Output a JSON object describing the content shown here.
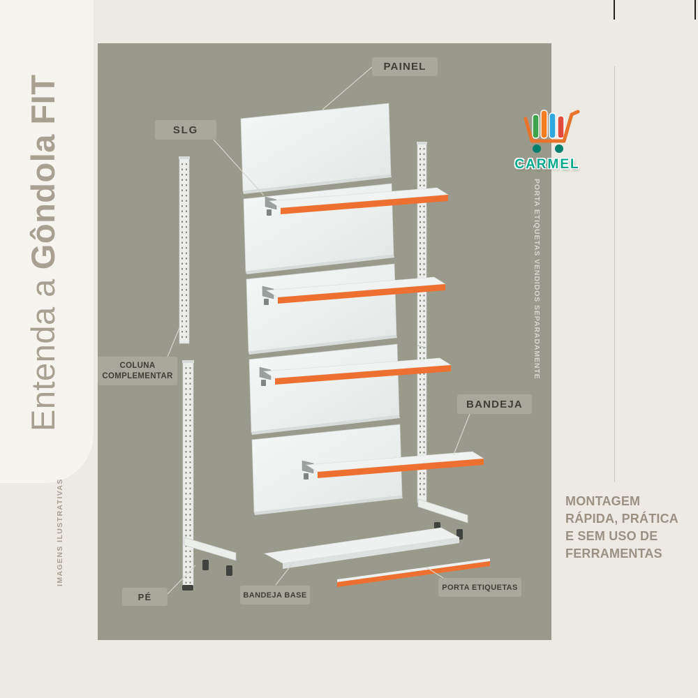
{
  "page": {
    "title_regular": "Entenda a",
    "title_bold": "Gôndola FIT",
    "watermark_note": "IMAGENS ILUSTRATIVAS"
  },
  "diagram": {
    "labels": {
      "painel": "PAINEL",
      "slg": "SLG",
      "coluna_complementar": "COLUNA COMPLEMENTAR",
      "bandeja": "BANDEJA",
      "pe": "PÉ",
      "bandeja_base": "BANDEJA BASE",
      "porta_etiquetas": "PORTA ETIQUETAS"
    },
    "side_note": "PORTA ETIQUETAS VENDIDOS SEPARADAMENTE"
  },
  "brand": {
    "name": "CARMEL",
    "logo_icon": "shopping-cart-icon"
  },
  "tagline": {
    "lines": [
      "MONTAGEM",
      "RÁPIDA, PRÁTICA",
      "E SEM USO DE",
      "FERRAMENTAS"
    ]
  },
  "colors": {
    "accent_orange": "#ee7031",
    "board_taupe": "#9a9a8c",
    "brand_teal": "#00a98e",
    "title_taupe": "#a8a192"
  }
}
